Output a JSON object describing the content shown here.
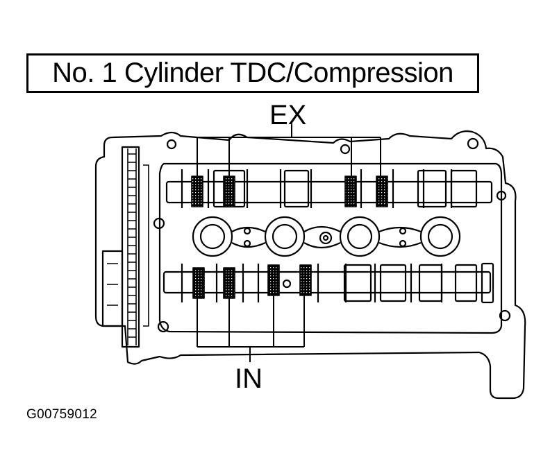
{
  "title": "No. 1 Cylinder TDC/Compression",
  "labels": {
    "exhaust": "EX",
    "intake": "IN"
  },
  "figure_id": "G00759012",
  "colors": {
    "line": "#000000",
    "background": "#ffffff"
  }
}
